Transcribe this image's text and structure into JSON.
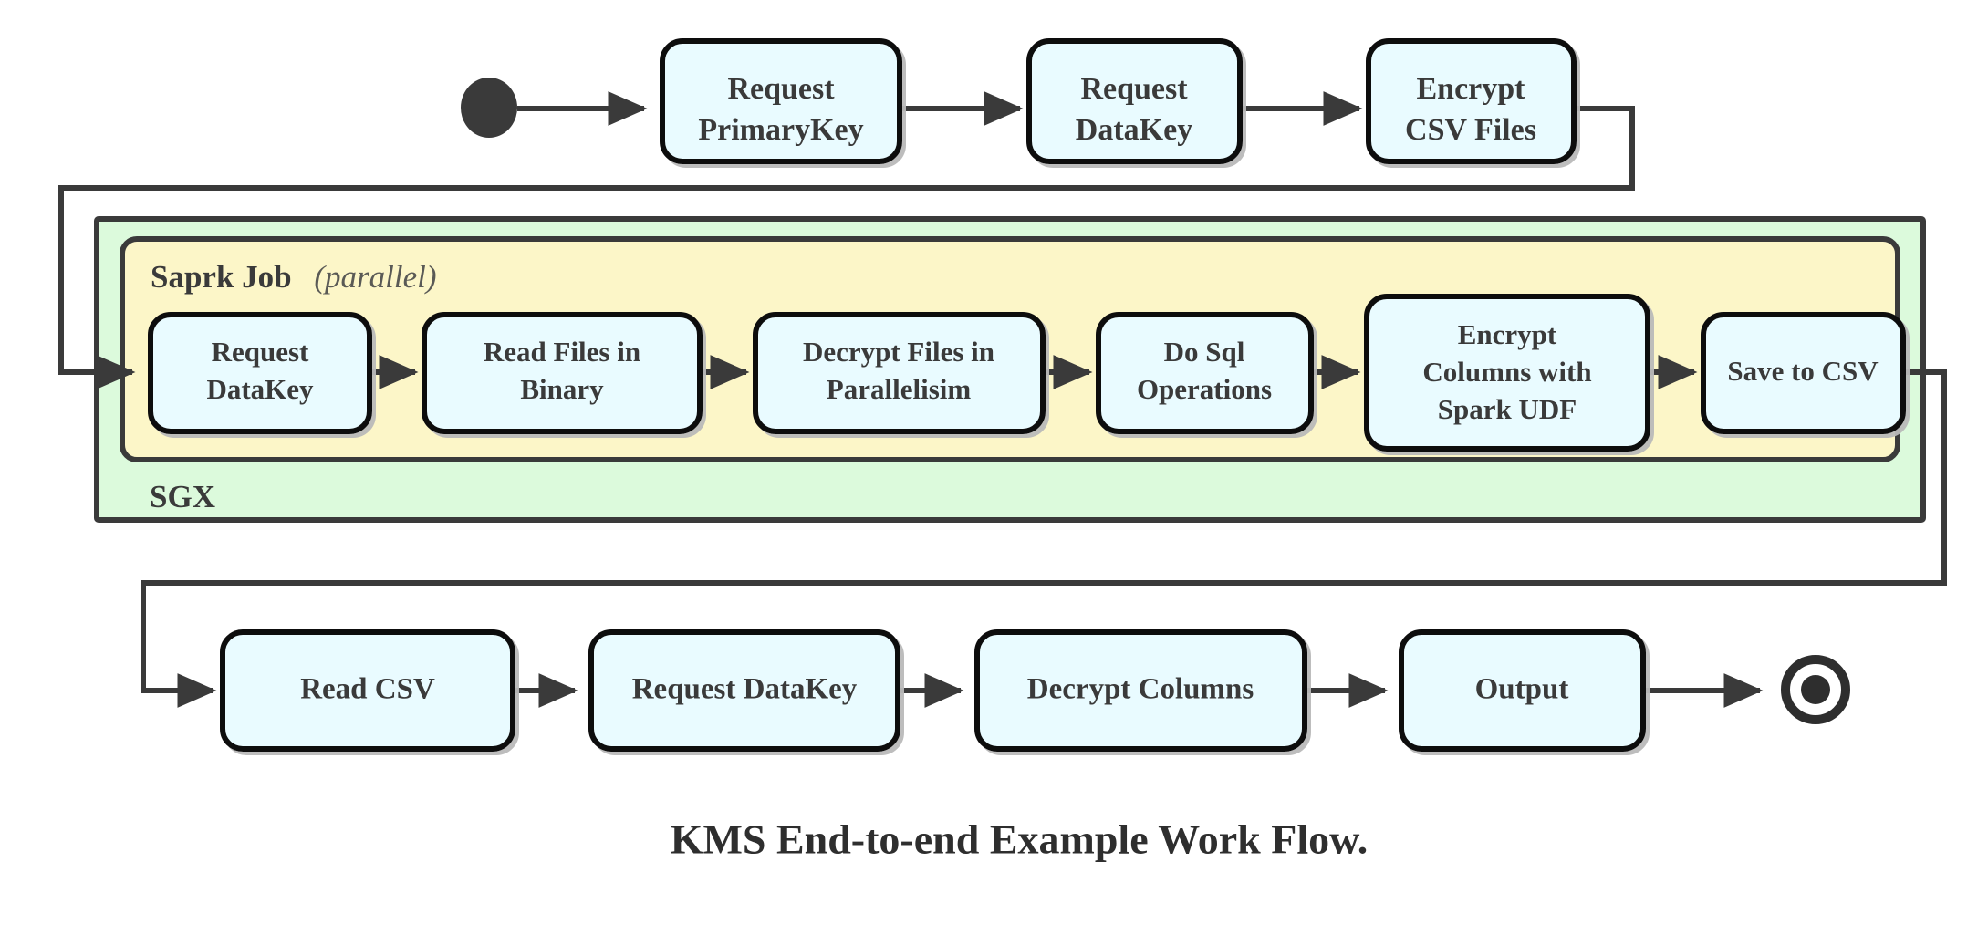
{
  "diagram": {
    "title": "KMS End-to-end Example Work Flow.",
    "type": "uml-activity-flowchart",
    "colors": {
      "node_fill": "#e9fbff",
      "node_stroke": "#111111",
      "group_sgx_fill": "#dcfadc",
      "group_spark_fill": "#fcf6c8",
      "group_stroke": "#3a3a3a",
      "edge": "#3a3a3a",
      "text": "#3a3a3a",
      "background": "#ffffff"
    },
    "markers": {
      "start_label": "start-node",
      "end_label": "end-node"
    },
    "groups": [
      {
        "id": "sgx",
        "label": "SGX",
        "label_position": "bottom-left",
        "fill": "#dcfadc"
      },
      {
        "id": "spark-job",
        "label": "Saprk Job",
        "sublabel": "(parallel)",
        "label_position": "top-left",
        "fill": "#fcf6c8"
      }
    ],
    "rows": {
      "top": {
        "name": "preparation-row",
        "nodes": [
          {
            "id": "request-primarykey",
            "lines": [
              "Request",
              "PrimaryKey"
            ]
          },
          {
            "id": "request-datakey-top",
            "lines": [
              "Request",
              "DataKey"
            ]
          },
          {
            "id": "encrypt-csv-files",
            "lines": [
              "Encrypt",
              "CSV Files"
            ]
          }
        ]
      },
      "middle": {
        "name": "spark-job-row",
        "nodes": [
          {
            "id": "request-datakey-spark",
            "lines": [
              "Request",
              "DataKey"
            ]
          },
          {
            "id": "read-files-in-binary",
            "lines": [
              "Read Files in",
              "Binary"
            ]
          },
          {
            "id": "decrypt-files-in-parallelisim",
            "lines": [
              "Decrypt Files in",
              "Parallelisim"
            ]
          },
          {
            "id": "do-sql-operations",
            "lines": [
              "Do Sql",
              "Operations"
            ]
          },
          {
            "id": "encrypt-columns-with-spark-udf",
            "lines": [
              "Encrypt",
              "Columns with",
              "Spark UDF"
            ]
          },
          {
            "id": "save-to-csv",
            "lines": [
              "Save to CSV"
            ]
          }
        ]
      },
      "bottom": {
        "name": "consumer-row",
        "nodes": [
          {
            "id": "read-csv",
            "lines": [
              "Read CSV"
            ]
          },
          {
            "id": "request-datakey-bottom",
            "lines": [
              "Request DataKey"
            ]
          },
          {
            "id": "decrypt-columns",
            "lines": [
              "Decrypt Columns"
            ]
          },
          {
            "id": "output",
            "lines": [
              "Output"
            ]
          }
        ]
      }
    },
    "flow_order": [
      "start",
      "Request PrimaryKey",
      "Request DataKey",
      "Encrypt CSV Files",
      "Request DataKey",
      "Read Files in Binary",
      "Decrypt Files in Parallelisim",
      "Do Sql Operations",
      "Encrypt Columns with Spark UDF",
      "Save to CSV",
      "Read CSV",
      "Request DataKey",
      "Decrypt Columns",
      "Output",
      "end"
    ]
  }
}
